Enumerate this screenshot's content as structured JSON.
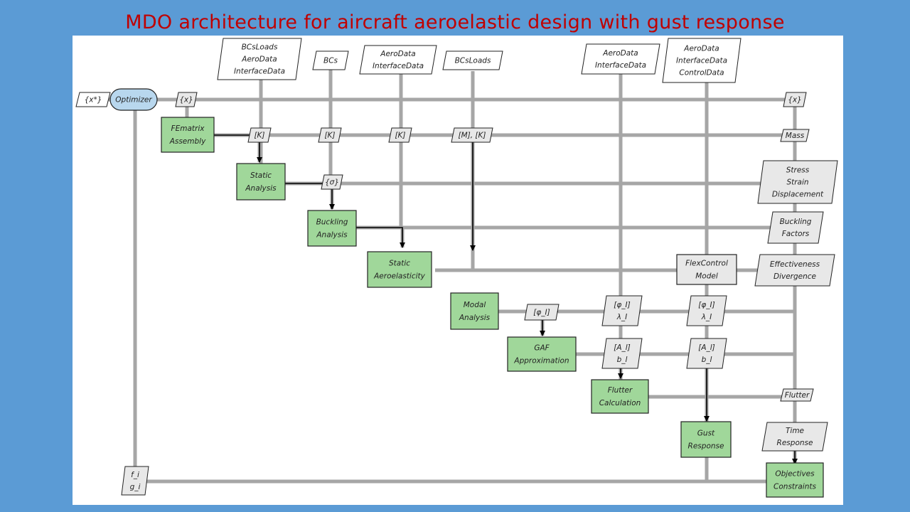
{
  "slide": {
    "title": "MDO architecture for aircraft aeroelastic design with gust response"
  },
  "colors": {
    "background": "#5b9bd5",
    "title": "#c00000",
    "module_fill": "#a0d79a",
    "optimizer_fill": "#b8d7ee",
    "data_fill": "#e8e8e8",
    "line": "#a6a6a6",
    "flow": "#000000"
  },
  "inputs": [
    {
      "id": "in1",
      "lines": [
        "BCsLoads",
        "AeroData",
        "InterfaceData"
      ]
    },
    {
      "id": "in2",
      "lines": [
        "BCs"
      ]
    },
    {
      "id": "in3",
      "lines": [
        "AeroData",
        "InterfaceData"
      ]
    },
    {
      "id": "in4",
      "lines": [
        "BCsLoads"
      ]
    },
    {
      "id": "in5",
      "lines": [
        "AeroData",
        "InterfaceData"
      ]
    },
    {
      "id": "in6",
      "lines": [
        "AeroData",
        "InterfaceData",
        "ControlData"
      ]
    }
  ],
  "start": {
    "label": "{x*}"
  },
  "optimizer": {
    "label": "Optimizer"
  },
  "modules": [
    {
      "id": "fematrix",
      "lines": [
        "FEmatrix",
        "Assembly"
      ]
    },
    {
      "id": "static",
      "lines": [
        "Static",
        "Analysis"
      ]
    },
    {
      "id": "buckling",
      "lines": [
        "Buckling",
        "Analysis"
      ]
    },
    {
      "id": "aeroelastic",
      "lines": [
        "Static",
        "Aeroelasticity"
      ]
    },
    {
      "id": "modal",
      "lines": [
        "Modal",
        "Analysis"
      ]
    },
    {
      "id": "gaf",
      "lines": [
        "GAF",
        "Approximation"
      ]
    },
    {
      "id": "flutter",
      "lines": [
        "Flutter",
        "Calculation"
      ]
    },
    {
      "id": "gust",
      "lines": [
        "Gust",
        "Response"
      ]
    },
    {
      "id": "objectives",
      "lines": [
        "Objectives",
        "Constraints"
      ]
    },
    {
      "id": "flexcontrol",
      "lines": [
        "FlexControl",
        "Model"
      ]
    }
  ],
  "data_nodes": [
    {
      "id": "x1",
      "lines": [
        "{x}"
      ]
    },
    {
      "id": "x2",
      "lines": [
        "{x}"
      ]
    },
    {
      "id": "k1",
      "lines": [
        "[K]"
      ]
    },
    {
      "id": "k2",
      "lines": [
        "[K]"
      ]
    },
    {
      "id": "k3",
      "lines": [
        "[K]"
      ]
    },
    {
      "id": "mk",
      "lines": [
        "[M], [K]"
      ]
    },
    {
      "id": "mass",
      "lines": [
        "Mass"
      ]
    },
    {
      "id": "sigma",
      "lines": [
        "{σ}"
      ]
    },
    {
      "id": "stress",
      "lines": [
        "Stress",
        "Strain",
        "Displacement"
      ]
    },
    {
      "id": "bfactors",
      "lines": [
        "Buckling",
        "Factors"
      ]
    },
    {
      "id": "effect",
      "lines": [
        "Effectiveness",
        "Divergence"
      ]
    },
    {
      "id": "phi1",
      "lines": [
        "[φ_I]"
      ]
    },
    {
      "id": "phi2",
      "lines": [
        "[φ_I]",
        "λ_I"
      ]
    },
    {
      "id": "phi3",
      "lines": [
        "[φ_I]",
        "λ_I"
      ]
    },
    {
      "id": "a1",
      "lines": [
        "[A_l]",
        "b_l"
      ]
    },
    {
      "id": "a2",
      "lines": [
        "[A_l]",
        "b_l"
      ]
    },
    {
      "id": "flutterout",
      "lines": [
        "Flutter"
      ]
    },
    {
      "id": "timeresp",
      "lines": [
        "Time",
        "Response"
      ]
    },
    {
      "id": "fg",
      "lines": [
        "f_i",
        "g_i"
      ]
    }
  ]
}
